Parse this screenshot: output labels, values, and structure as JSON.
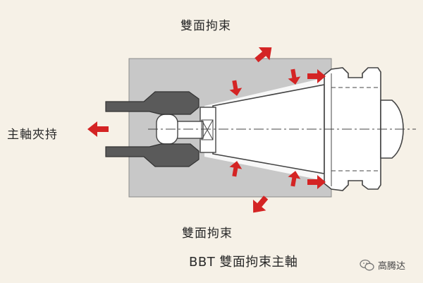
{
  "labels": {
    "top": "雙面拘束",
    "bottom": "雙面拘束",
    "left": "主軸夾持",
    "caption": "BBT 雙面拘束主軸"
  },
  "watermark": {
    "text": "高腾达",
    "icon": "wechat-icon"
  },
  "colors": {
    "background": "#f6f1e7",
    "spindle_block": "#c9c9c9",
    "arrow": "#d42424",
    "gripper": "#5a5a5a"
  }
}
